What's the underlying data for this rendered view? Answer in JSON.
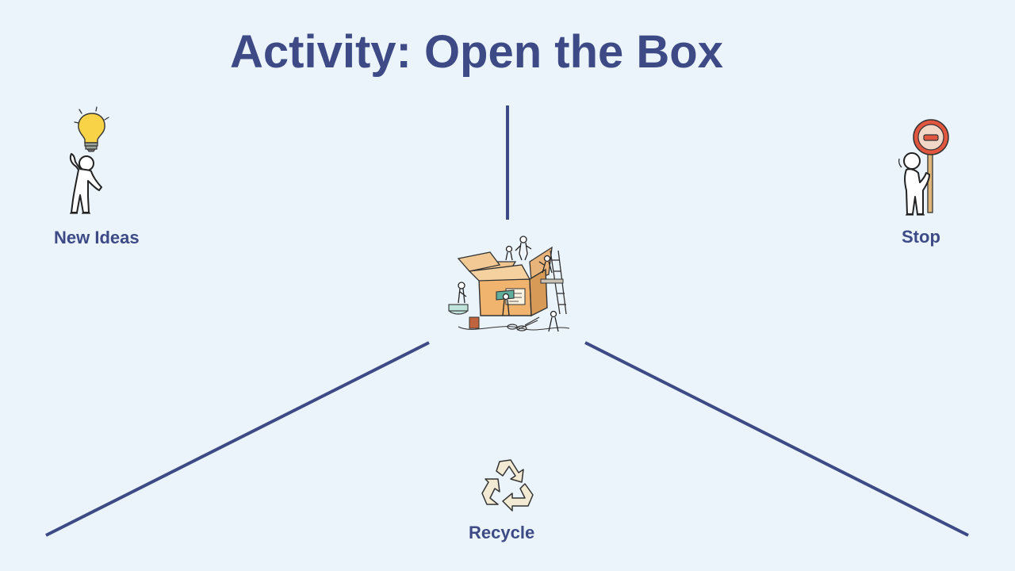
{
  "slide": {
    "title": "Activity: Open the Box",
    "background_color": "#EBF4FB",
    "accent_color": "#3D4A85"
  },
  "sections": [
    {
      "id": "new-ideas",
      "label": "New Ideas",
      "icon": "person-lightbulb-icon"
    },
    {
      "id": "stop",
      "label": "Stop",
      "icon": "person-stop-sign-icon"
    },
    {
      "id": "recycle",
      "label": "Recycle",
      "icon": "recycle-icon"
    }
  ],
  "center": {
    "icon": "open-box-workers-icon"
  }
}
